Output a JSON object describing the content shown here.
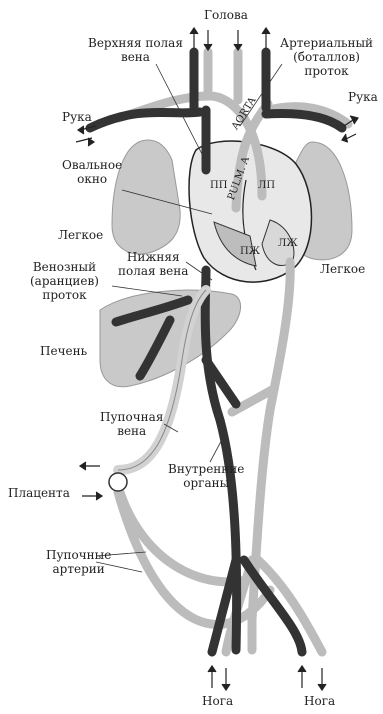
{
  "labels": {
    "head": "Голова",
    "svc": "Верхняя полая\nвена",
    "ductus_arteriosus": "Артериальный\n(боталлов)\nпроток",
    "arm_left": "Рука",
    "arm_right": "Рука",
    "aorta": "AORTA",
    "pulm": "PULM. A",
    "foramen_ovale": "Овальное\nокно",
    "pp": "ПП",
    "lp": "ЛП",
    "rv": "ПЖ",
    "lv": "ЛЖ",
    "lung_left": "Легкое",
    "lung_right": "Легкое",
    "ivc": "Нижняя\nполая вена",
    "ductus_venosus": "Венозный\n(аранциев)\nпроток",
    "liver": "Печень",
    "umbilical_vein": "Пупочная\nвена",
    "viscera": "Внутренние\nорганы",
    "placenta": "Плацента",
    "umbilical_arteries": "Пупочные\nартерии",
    "leg_left": "Нога",
    "leg_right": "Нога"
  },
  "colors": {
    "venous": "#333333",
    "arterial": "#bcbcbc",
    "organ": "#c9c9c9",
    "outline": "#222222"
  }
}
